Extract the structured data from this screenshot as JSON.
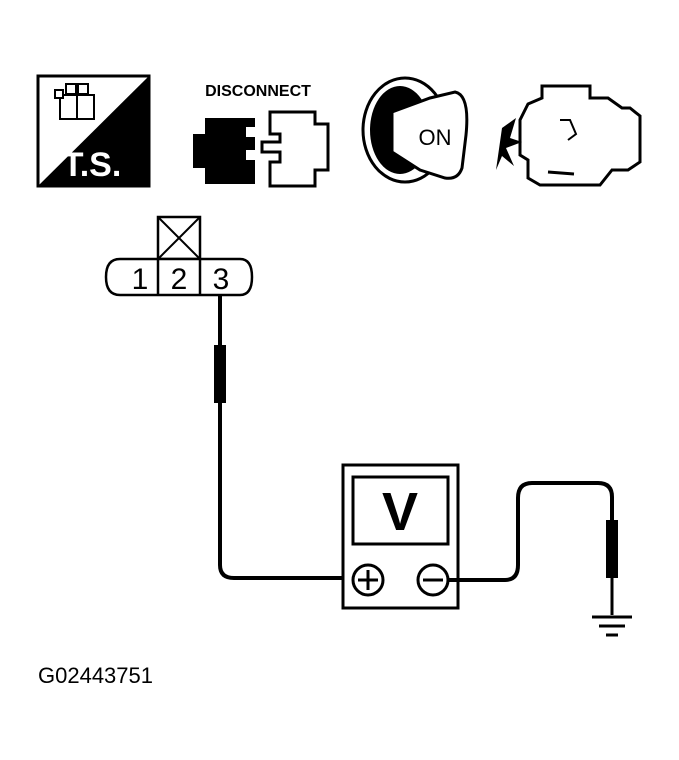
{
  "icons": {
    "ts": {
      "label": "T.S."
    },
    "disconnect": {
      "label": "DISCONNECT"
    },
    "ignition": {
      "label": "ON"
    },
    "engine": {
      "name": "engine-icon"
    }
  },
  "connector": {
    "pins": [
      "1",
      "2",
      "3"
    ]
  },
  "meter": {
    "label": "V",
    "positive_symbol": "+",
    "negative_symbol": "−"
  },
  "figure_code": "G02443751"
}
